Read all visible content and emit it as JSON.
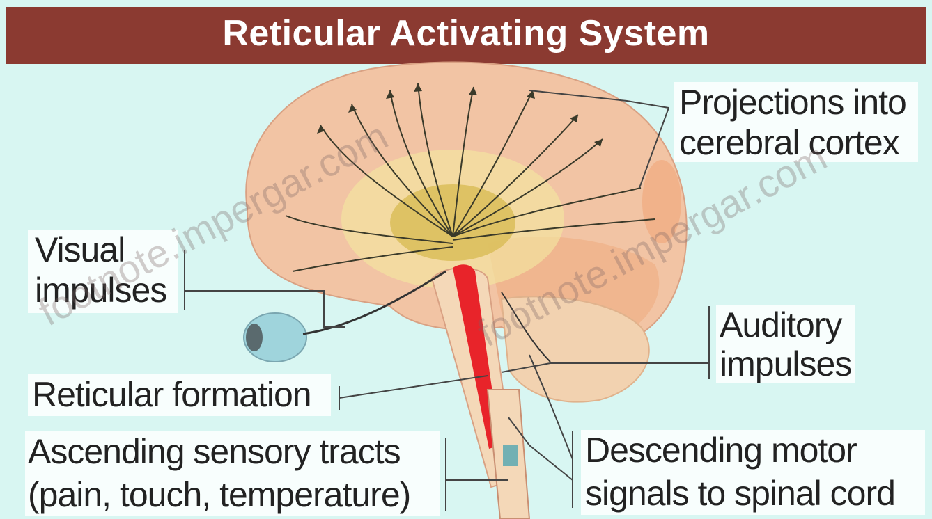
{
  "title": "Reticular Activating System",
  "labels": {
    "projections_line1": "Projections into",
    "projections_line2": "cerebral cortex",
    "visual_line1": "Visual",
    "visual_line2": "impulses",
    "auditory_line1": "Auditory",
    "auditory_line2": "impulses",
    "reticular": "Reticular formation",
    "ascending_line1": "Ascending sensory tracts",
    "ascending_line2": "(pain, touch, temperature)",
    "descending_line1": "Descending motor",
    "descending_line2": "signals to spinal cord"
  },
  "watermarks": [
    "footnote.impergar.com",
    "footnote.impergar.com"
  ],
  "colors": {
    "title_bar": "#8b3a31",
    "background": "#d8f6f2",
    "brain": "#f2c4a4",
    "brain_stem": "#e8242a",
    "cerebellum": "#f2d2b0"
  }
}
